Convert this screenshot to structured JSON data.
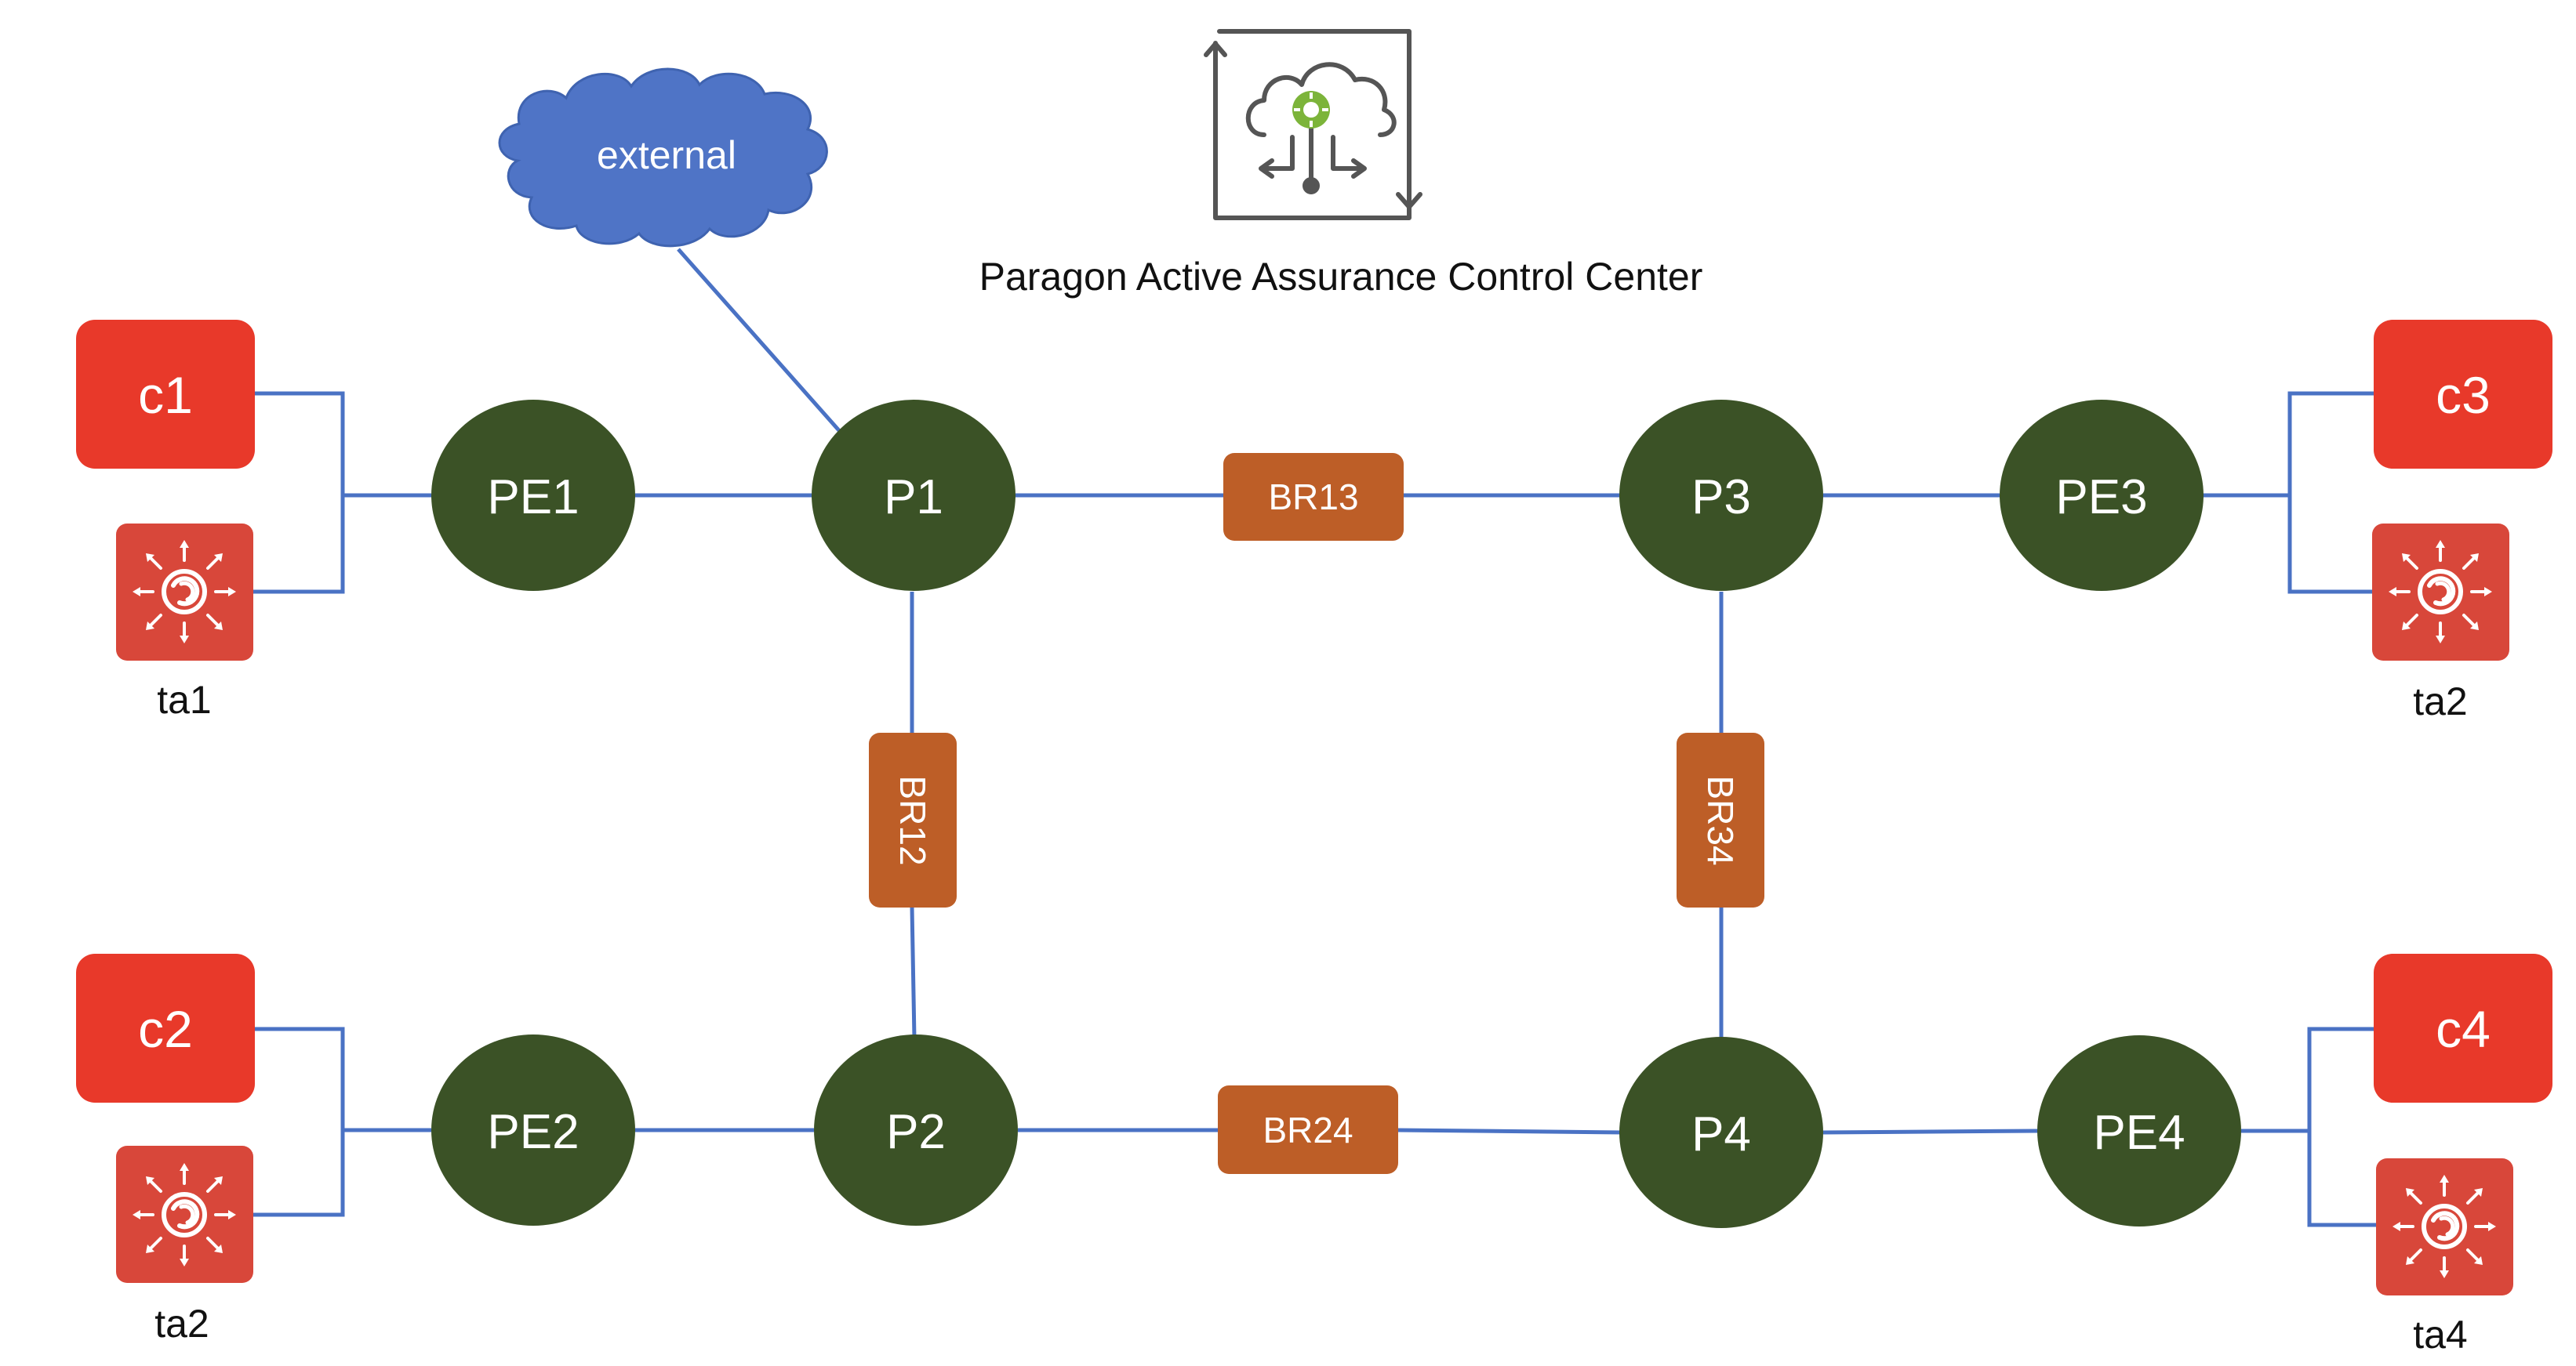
{
  "app": {
    "title": "Paragon Active Assurance Control Center"
  },
  "cloud": {
    "label": "external"
  },
  "routers": {
    "PE1": "PE1",
    "PE2": "PE2",
    "PE3": "PE3",
    "PE4": "PE4",
    "P1": "P1",
    "P2": "P2",
    "P3": "P3",
    "P4": "P4"
  },
  "bridges": {
    "BR13": "BR13",
    "BR12": "BR12",
    "BR34": "BR34",
    "BR24": "BR24"
  },
  "customers": {
    "c1": "c1",
    "c2": "c2",
    "c3": "c3",
    "c4": "c4"
  },
  "test_agents": {
    "ta_top_left": "ta1",
    "ta_bottom_left": "ta2",
    "ta_top_right": "ta2",
    "ta_bottom_right": "ta4"
  },
  "colors": {
    "link": "#4a72c4",
    "router": "#3b5226",
    "bridge": "#bd5e27",
    "customer": "#e8392a",
    "agent": "#d8473a",
    "cloud": "#4f74c6",
    "logo": "#555555",
    "logo_accent": "#7cb43a"
  },
  "icons": {
    "logo": "control-center-cloud-icon",
    "agent": "test-agent-icon"
  }
}
